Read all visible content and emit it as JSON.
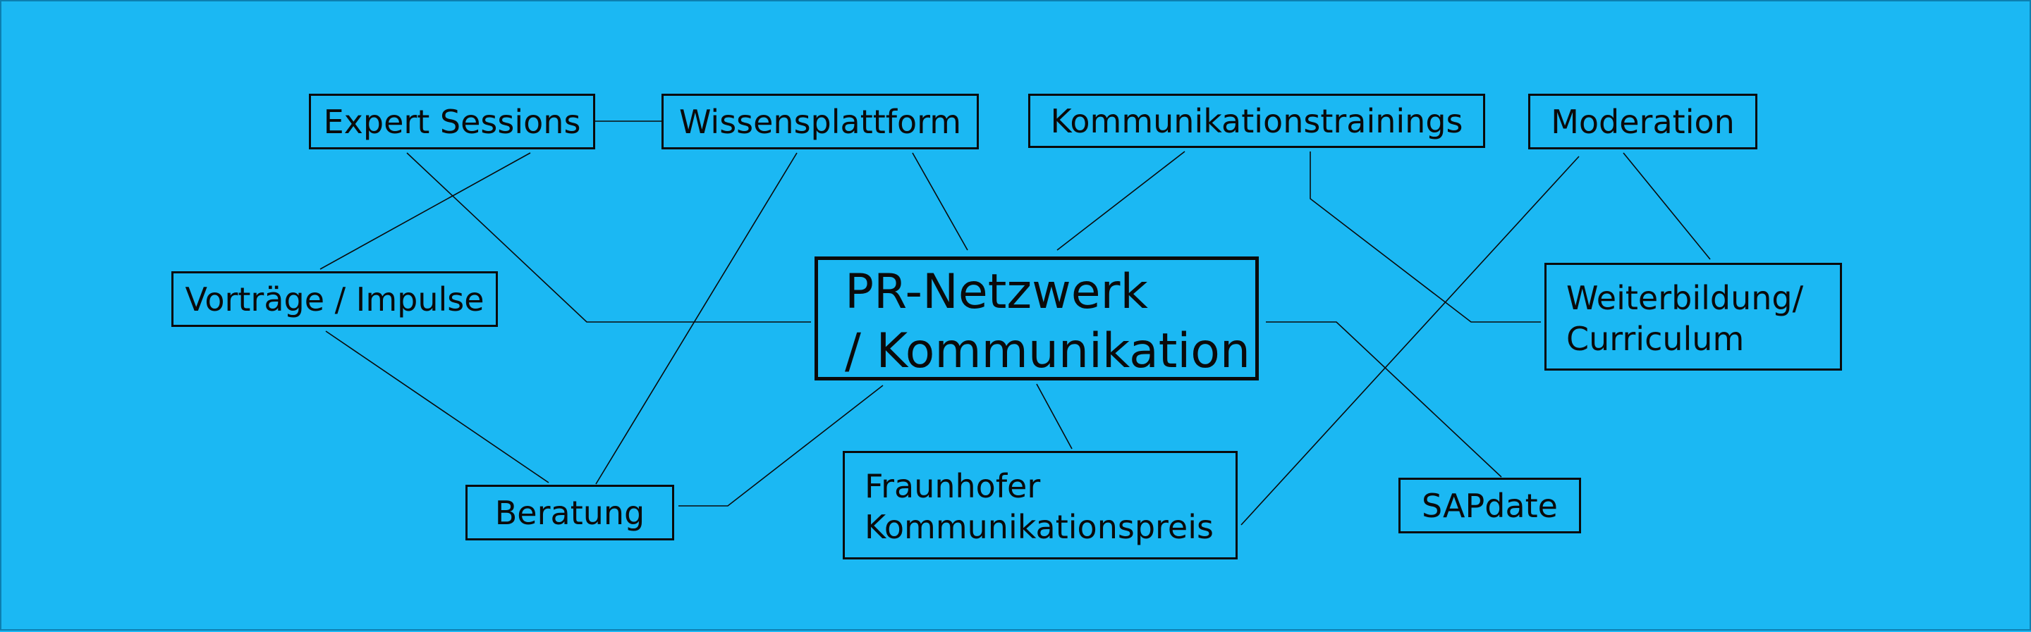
{
  "diagram": {
    "center": {
      "line1": "PR-Netzwerk",
      "line2": "/ Kommunikation"
    },
    "nodes": {
      "expert_sessions": "Expert Sessions",
      "wissensplattform": "Wissensplattform",
      "kommunikationstrainings": "Kommunikationstrainings",
      "moderation": "Moderation",
      "vortraege": "Vorträge / Impulse",
      "weiterbildung": {
        "line1": "Weiterbildung/",
        "line2": "Curriculum"
      },
      "beratung": "Beratung",
      "kommunikationspreis": {
        "line1": "Fraunhofer",
        "line2": "Kommunikationspreis"
      },
      "sapdate": "SAPdate"
    },
    "colors": {
      "background": "#1bb8f3",
      "line": "#0a0a0a"
    }
  }
}
